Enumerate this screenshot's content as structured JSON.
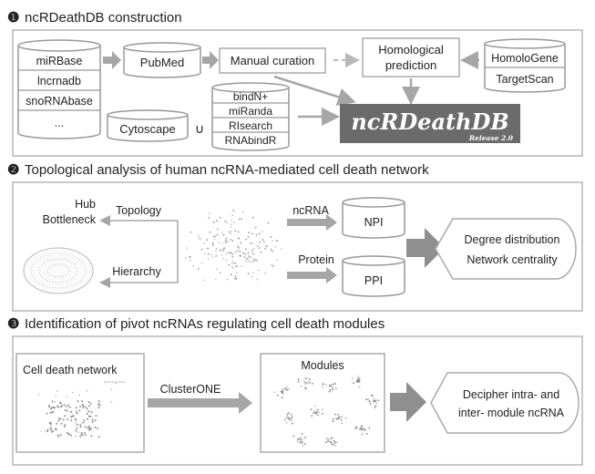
{
  "sections": [
    {
      "number": "❶",
      "title": "ncRDeathDB construction"
    },
    {
      "number": "❷",
      "title": "Topological analysis of human ncRNA-mediated cell death network"
    },
    {
      "number": "❸",
      "title": "Identification of pivot ncRNAs regulating cell death modules"
    }
  ],
  "construction": {
    "sources_stack": [
      "miRBase",
      "lncrnadb",
      "snoRNAbase",
      "..."
    ],
    "pubmed": "PubMed",
    "manual_curation": "Manual curation",
    "homological_prediction_line1": "Homological",
    "homological_prediction_line2": "prediction",
    "homolo_stack": [
      "HomoloGene",
      "TargetScan"
    ],
    "cytoscape": "Cytoscape",
    "union_symbol": "∪",
    "tools_stack": [
      "bindN+",
      "miRanda",
      "RIsearch",
      "RNAbindR"
    ],
    "database_logo": "ncRDeathDB",
    "release": "Release 2.0"
  },
  "topology": {
    "hub": "Hub",
    "bottleneck": "Bottleneck",
    "topology_label": "Topology",
    "hierarchy_label": "Hierarchy",
    "ncrna_label": "ncRNA",
    "protein_label": "Protein",
    "npi": "NPI",
    "ppi": "PPI",
    "degree_distribution": "Degree distribution",
    "network_centrality": "Network centrality"
  },
  "modules": {
    "cell_death_network": "Cell death network",
    "clusterone": "ClusterONE",
    "modules_label": "Modules",
    "decipher_line1": "Decipher intra- and",
    "decipher_line2": "inter- module ncRNA"
  },
  "colors": {
    "frame": "#b5b5b5",
    "arrow": "#a6a6a6",
    "logo_bg": "#6b6b6b",
    "text": "#222222"
  }
}
